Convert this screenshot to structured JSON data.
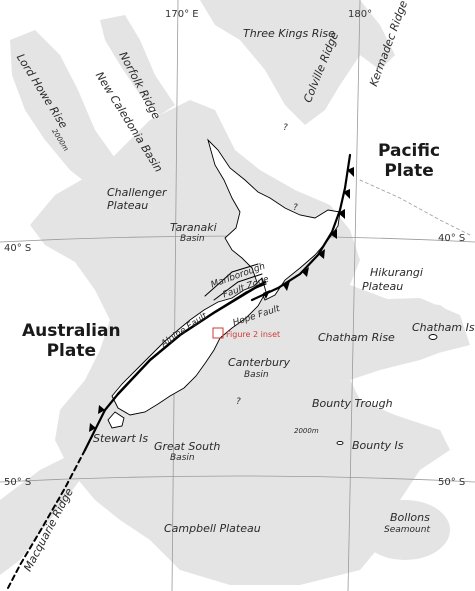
{
  "map": {
    "grid_labels": {
      "lon_170": "170° E",
      "lon_180": "180°",
      "lat_40_left": "40° S",
      "lat_40_right": "40° S",
      "lat_50_left": "50° S",
      "lat_50_right": "50° S"
    },
    "plates": {
      "pacific_line1": "Pacific",
      "pacific_line2": "Plate",
      "australian_line1": "Australian",
      "australian_line2": "Plate"
    },
    "features": {
      "three_kings_rise": "Three Kings Rise",
      "lord_howe_rise": "Lord Howe Rise",
      "norfolk_ridge": "Norfolk Ridge",
      "new_caledonia_basin": "New Caledonia Basin",
      "colville_ridge": "Colville Ridge",
      "kermadec_ridge": "Kermadec Ridge",
      "challenger_plateau_l1": "Challenger",
      "challenger_plateau_l2": "Plateau",
      "taranaki_basin_l1": "Taranaki",
      "taranaki_basin_l2": "Basin",
      "marlborough_fault_zone_l1": "Marlborough",
      "marlborough_fault_zone_l2": "Fault Zone",
      "hope_fault": "Hope Fault",
      "alpine_fault": "Alpine Fault",
      "hikurangi_plateau_l1": "Hikurangi",
      "hikurangi_plateau_l2": "Plateau",
      "chatham_rise": "Chatham Rise",
      "chatham_is": "Chatham Is",
      "canterbury_basin_l1": "Canterbury",
      "canterbury_basin_l2": "Basin",
      "bounty_trough": "Bounty Trough",
      "bounty_is": "Bounty Is",
      "stewart_is": "Stewart Is",
      "great_south_basin_l1": "Great South",
      "great_south_basin_l2": "Basin",
      "macquarie_ridge": "Macquarie Ridge",
      "campbell_plateau": "Campbell Plateau",
      "bollons_seamount_l1": "Bollons",
      "bollons_seamount_l2": "Seamount"
    },
    "depth_labels": {
      "depth_west": "2000m",
      "depth_east": "2000m"
    },
    "unknown_marks": {
      "q1": "?",
      "q2": "?",
      "q3": "?"
    },
    "inset_label": "Figure 2 inset",
    "colors": {
      "shelf_fill": "#e4e4e4",
      "land_fill": "#ffffff",
      "fault_line": "#000000",
      "graticule": "#9a9a9a",
      "inset_box": "#d23a3a"
    }
  }
}
